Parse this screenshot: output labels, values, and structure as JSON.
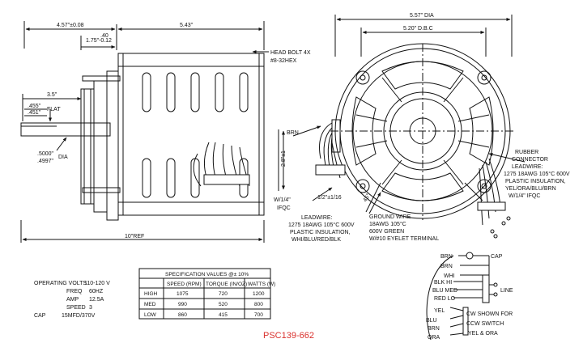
{
  "colors": {
    "line": "#111111",
    "code": "#d9302c",
    "paper": "#ffffff"
  },
  "dims": {
    "overall_left": "4.57\"±0.08",
    "stator": "5.43\"",
    "offset_top": ".40",
    "offset_1": "1.75\"",
    "offset_2": "-0.12",
    "shaft_len": "3.5\"",
    "flat_1": ".455\"",
    "flat_2": ".451\"",
    "flat_word": "FLAT",
    "dia_1": ".5000\"",
    "dia_2": ".4997\"",
    "dia_word": "DIA",
    "overall_ref": "10\"REF",
    "body_dia": "5.57\" DIA",
    "bolt_circle": "5.20\" D.B.C",
    "side_dim": "2.8\"±1",
    "lead_dim": "1/2\"±1/16",
    "angle": "45°",
    "wire_w": "W/1/4\"",
    "wire_ifqc": "IFQC"
  },
  "labels": {
    "head_bolt_1": "HEAD BOLT 4X",
    "head_bolt_2": "#8-32HEX",
    "brn": "BRN",
    "rubber_1": "RUBBER",
    "rubber_2": "CONNECTOR",
    "rubber_3": "LEADWIRE:",
    "rubber_4": "1275 18AWG 105°C 600V",
    "rubber_5": "PLASTIC INSULATION,",
    "rubber_6": "YEL/ORA/BLU/BRN",
    "rubber_7": "W/1/4\" IFQC",
    "lead_1": "LEADWIRE:",
    "lead_2": "1275 18AWG 105°C 600V",
    "lead_3": "PLASTIC INSULATION,",
    "lead_4": "WHI/BLU/RED/BLK",
    "ground_1": "GROUND WIRE",
    "ground_2": "18AWG 105°C",
    "ground_3": "600V GREEN",
    "ground_4": "W/#10 EYELET TERMINAL"
  },
  "ratings": [
    {
      "key": "OPERATING VOLTS",
      "value": "110-120 V"
    },
    {
      "key": "FREQ",
      "value": "60HZ"
    },
    {
      "key": "AMP",
      "value": "12.5A"
    },
    {
      "key": "SPEED",
      "value": "3"
    },
    {
      "key": "CAP",
      "value": "15MFD/370V"
    }
  ],
  "spec_table": {
    "title": "SPECIFICATION VALUES  @± 10%",
    "headers": [
      "",
      "SPEED (RPM)",
      "TORQUE (IN/OZ)",
      "WATTS (W)"
    ],
    "rows": [
      [
        "HIGH",
        "1075",
        "720",
        "1200"
      ],
      [
        "MED",
        "990",
        "520",
        "800"
      ],
      [
        "LOW",
        "860",
        "415",
        "700"
      ]
    ]
  },
  "wiring": {
    "brn_top": "BRN",
    "cap": "CAP",
    "brn_mid": "BRN",
    "whi": "WHI",
    "blk_hi": "BLK HI",
    "blu_med": "BLU MED",
    "red_lo": "RED LO",
    "line": "LINE",
    "yel": "YEL",
    "blu": "BLU",
    "brn_bot": "BRN",
    "ora": "ORA",
    "note_1": "CW SHOWN FOR",
    "note_2": "CCW SWITCH",
    "note_3": "YEL & ORA"
  },
  "model_code": "PSC139-662"
}
